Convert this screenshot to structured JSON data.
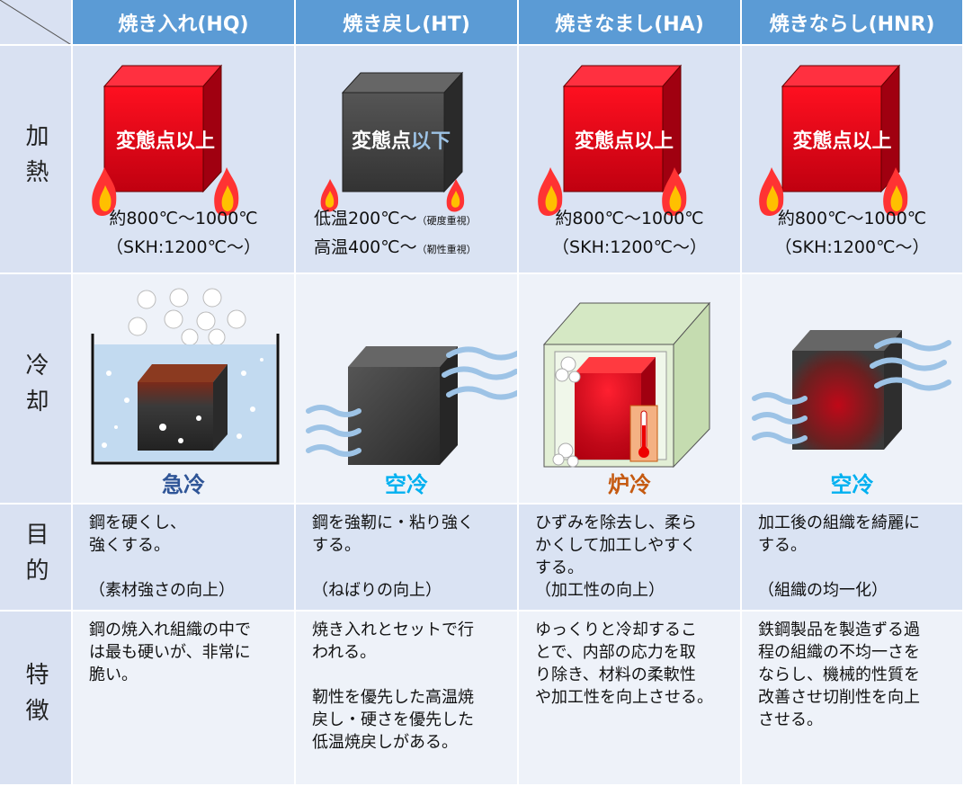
{
  "headers": {
    "hq": "焼き入れ(HQ)",
    "ht": "焼き戻し(HT)",
    "ha": "焼きなまし(HA)",
    "hnr": "焼きならし(HNR)"
  },
  "rows": {
    "heating": "加熱",
    "cooling": "冷却",
    "purpose": "目的",
    "feature": "特徴"
  },
  "heating": {
    "hq": {
      "box": "変態点以上",
      "line1": "約800℃～1000℃",
      "line2": "（SKH:1200℃～）"
    },
    "ht": {
      "box_a": "変態点",
      "box_b": "以下",
      "line1": "低温200℃～",
      "note1": "（硬度重視）",
      "line2": "高温400℃～",
      "note2": "（靭性重視）"
    },
    "ha": {
      "box": "変態点以上",
      "line1": "約800℃～1000℃",
      "line2": "（SKH:1200℃～）"
    },
    "hnr": {
      "box": "変態点以上",
      "line1": "約800℃～1000℃",
      "line2": "（SKH:1200℃～）"
    }
  },
  "cooling": {
    "hq": "急冷",
    "ht": "空冷",
    "ha": "炉冷",
    "hnr": "空冷"
  },
  "purpose": {
    "hq": "鋼を硬くし、\n強くする。\n\n（素材強さの向上）",
    "ht": "鋼を強靭に・粘り強く\nする。\n\n（ねばりの向上）",
    "ha": "ひずみを除去し、柔ら\nかくして加工しやすく\nする。\n（加工性の向上）",
    "hnr": "加工後の組織を綺麗に\nする。\n\n（組織の均一化）"
  },
  "feature": {
    "hq": "鋼の焼入れ組織の中で\nは最も硬いが、非常に\n脆い。",
    "ht": "焼き入れとセットで行\nわれる。\n\n靭性を優先した高温焼\n戻し・硬さを優先した\n低温焼戻しがある。",
    "ha": "ゆっくりと冷却するこ\nとで、内部の応力を取\nり除き、材料の柔軟性\nや加工性を向上させる。",
    "hnr": "鉄鋼製品を製造ずる過\n程の組織の不均一さを\nならし、機械的性質を\n改善させ切削性を向上\nさせる。"
  },
  "colors": {
    "header_bg": "#5b9bd5",
    "cell_dark": "#dae3f3",
    "cell_light": "#eef2f9",
    "hot_red": "#e00010",
    "quench_blue": "#2f5597",
    "air_cyan": "#00b0f0",
    "furnace_orange": "#c55a11"
  }
}
